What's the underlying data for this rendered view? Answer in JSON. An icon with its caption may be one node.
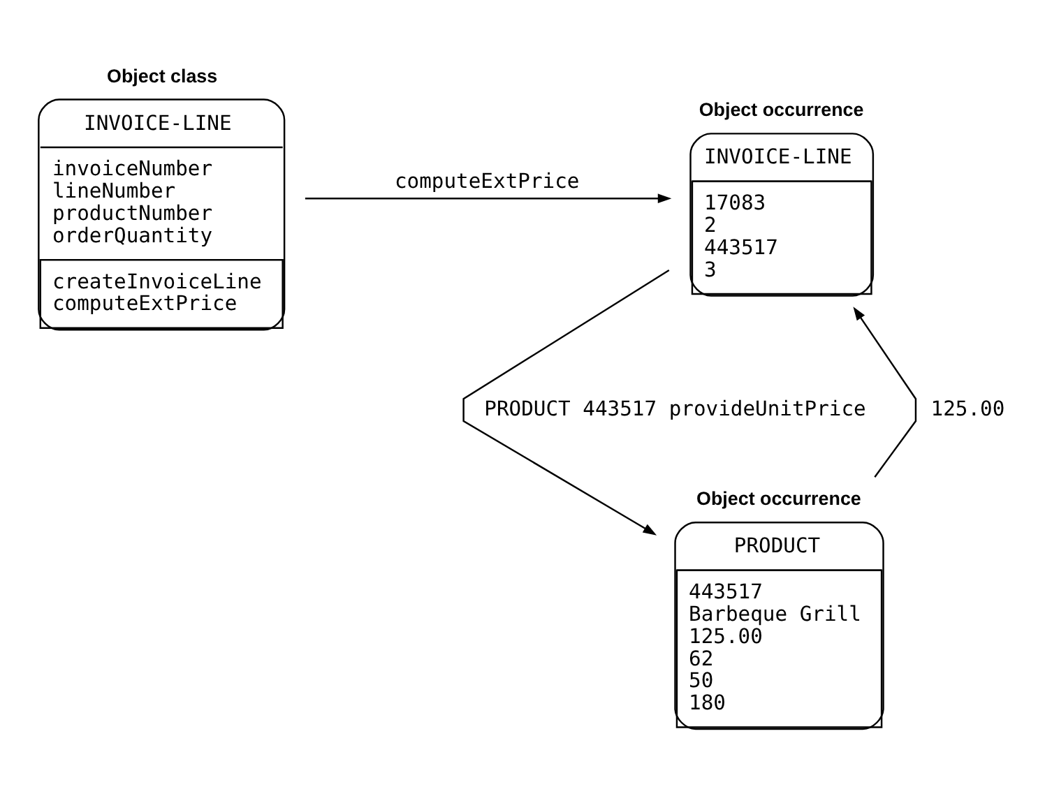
{
  "diagram": {
    "nodes": [
      {
        "text": [
          "Object class",
          "INVOICE-LINE",
          "invoiceNumber",
          "lineNumber",
          "productNumber",
          "orderQuantity",
          "createInvoiceLine",
          "computeExtPrice"
        ]
      },
      {
        "text": [
          "Object occurrence",
          "INVOICE-LINE",
          "17083",
          "2",
          "443517",
          "3"
        ]
      },
      {
        "text": [
          "Object occurrence",
          "PRODUCT",
          "443517",
          "Barbeque Grill",
          "125.00",
          "62",
          "50",
          "180"
        ]
      }
    ],
    "edges": [
      {
        "from": 0,
        "to": 1,
        "arrow": "to",
        "label": "computeExtPrice"
      },
      {
        "from": 1,
        "to": 2,
        "arrow": "to",
        "label": "PRODUCT 443517 provideUnitPrice"
      },
      {
        "from": 2,
        "to": 1,
        "arrow": "to",
        "label": "125.00"
      }
    ]
  }
}
